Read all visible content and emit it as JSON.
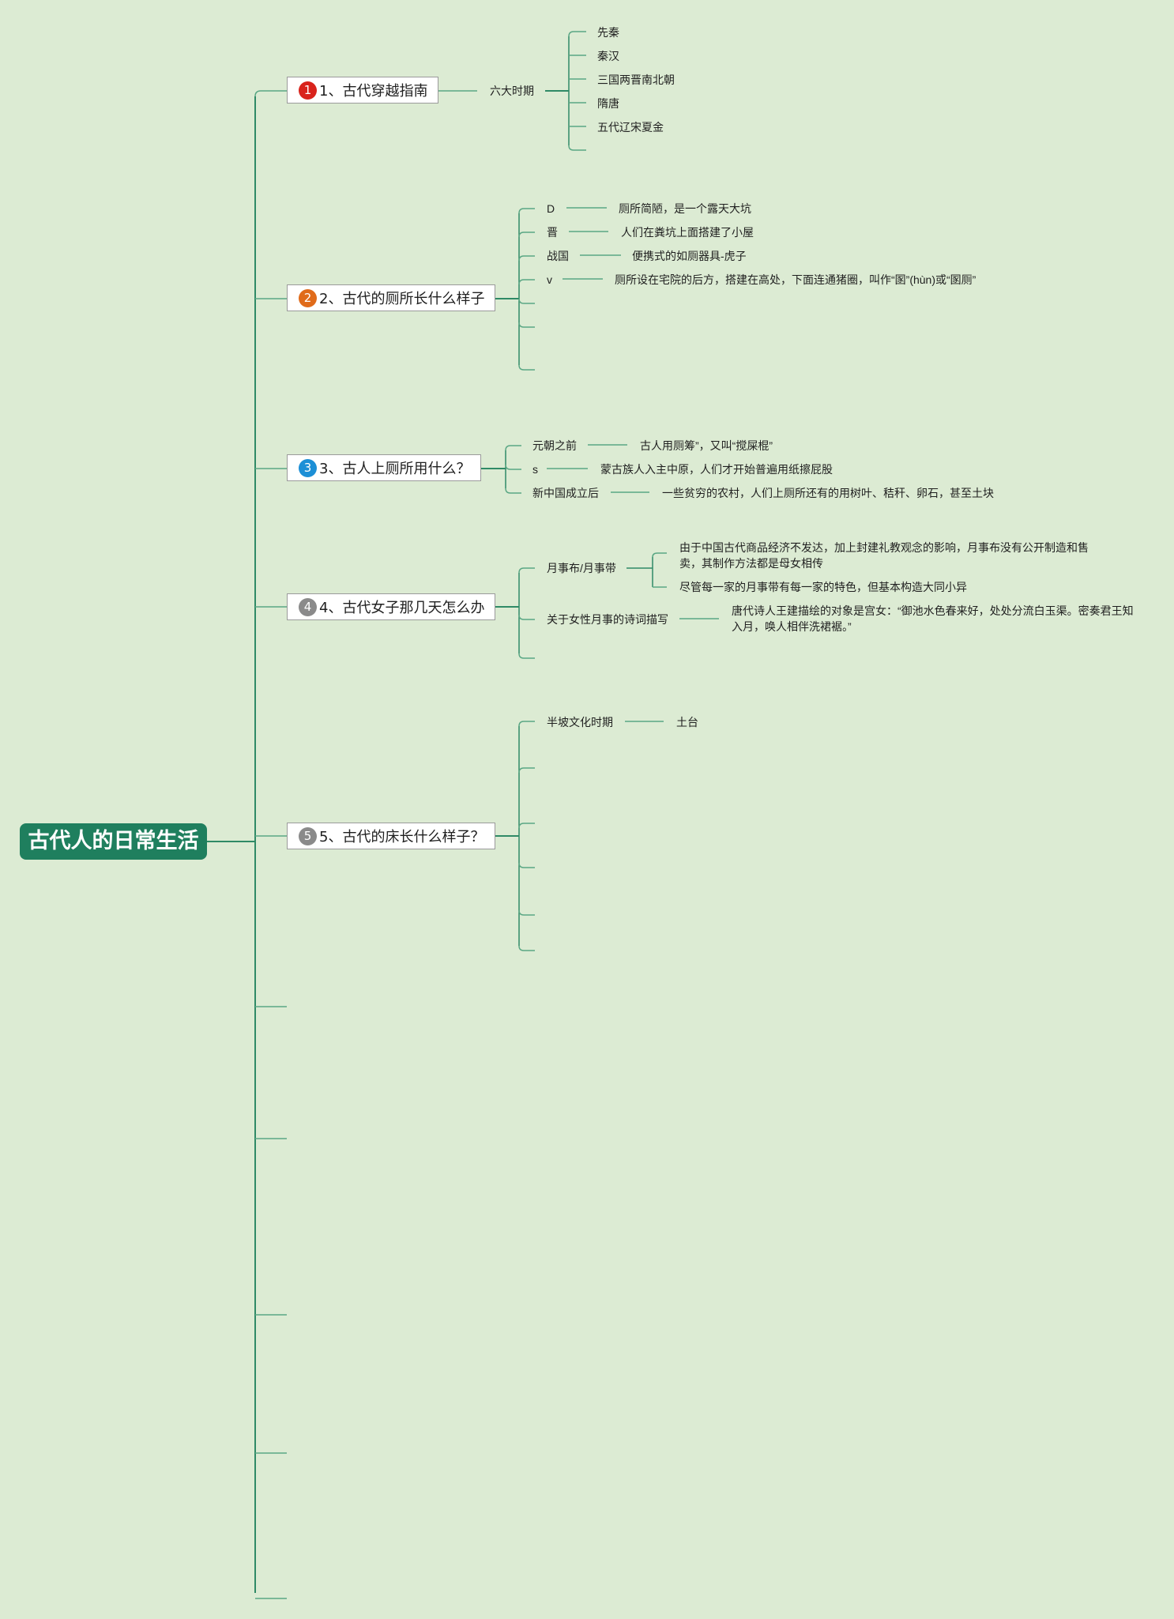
{
  "root": {
    "title": "古代人的日常生活"
  },
  "colors": {
    "background": "#dcebd3",
    "root": "#1f7f5e",
    "line": "#2f8a66"
  },
  "branches": [
    {
      "label": "1、古代穿越指南",
      "badge": "1",
      "badge_color": "#d9231c",
      "sub": [
        {
          "text": "六大时期",
          "children": [
            "先秦",
            "秦汉",
            "三国两晋南北朝",
            "隋唐",
            "五代辽宋夏金",
            ""
          ]
        }
      ]
    },
    {
      "label": "2、古代的厕所长什么样子",
      "badge": "2",
      "badge_color": "#e06b1a",
      "sub": [
        {
          "text": "D",
          "children": [
            "厕所简陋，是一个露天大坑"
          ]
        },
        {
          "text": "晋",
          "children": [
            "人们在粪坑上面搭建了小屋"
          ]
        },
        {
          "text": "战国",
          "children": [
            "便携式的如厕器具-虎子"
          ]
        },
        {
          "text": "v",
          "children": [
            "厕所设在宅院的后方，搭建在高处，下面连通猪圈，叫作“圂”(hùn)或“圂厕”"
          ]
        },
        {
          "text": "",
          "children": []
        },
        {
          "text": "",
          "children": []
        },
        {
          "text": "",
          "children": []
        }
      ]
    },
    {
      "label": "3、古人上厕所用什么？",
      "badge": "3",
      "badge_color": "#1c8fd6",
      "sub": [
        {
          "text": "元朝之前",
          "children": [
            "古人用厕筹”，又叫“搅屎棍”"
          ]
        },
        {
          "text": "s",
          "children": [
            "蒙古族人入主中原，人们才开始普遍用纸擦屁股"
          ]
        },
        {
          "text": "新中国成立后",
          "children": [
            "一些贫穷的农村，人们上厕所还有的用树叶、秸秆、卵石，甚至土块"
          ]
        }
      ]
    },
    {
      "label": "4、古代女子那几天怎么办",
      "badge": "4",
      "badge_color": "#8a8a8a",
      "sub": [
        {
          "text": "月事布/月事带",
          "children": [
            "由于中国古代商品经济不发达，加上封建礼教观念的影响，月事布没有公开制造和售卖，其制作方法都是母女相传",
            "尽管每一家的月事带有每一家的特色，但基本构造大同小异"
          ]
        },
        {
          "text": "关于女性月事的诗词描写",
          "children": [
            "唐代诗人王建描绘的对象是宫女：“御池水色春来好，处处分流白玉渠。密奏君王知入月，唤人相伴洗裙裾。”"
          ]
        },
        {
          "text": "",
          "children": []
        }
      ]
    },
    {
      "label": "5、古代的床长什么样子？",
      "badge": "5",
      "badge_color": "#8a8a8a",
      "sub": [
        {
          "text": "半坡文化时期",
          "children": [
            "土台"
          ]
        },
        {
          "text": "",
          "children": []
        },
        {
          "text": "",
          "children": []
        },
        {
          "text": "",
          "children": []
        },
        {
          "text": "",
          "children": []
        },
        {
          "text": "",
          "children": []
        }
      ]
    },
    {
      "label": ""
    },
    {
      "label": ""
    },
    {
      "label": ""
    },
    {
      "label": ""
    },
    {
      "label": ""
    }
  ]
}
